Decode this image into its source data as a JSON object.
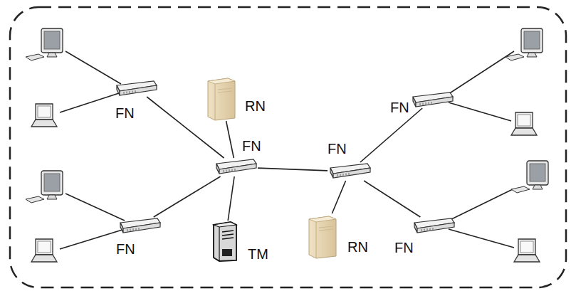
{
  "diagram": {
    "nodes": [
      {
        "text": [
          "FN"
        ]
      },
      {
        "text": [
          "RN"
        ]
      },
      {
        "text": [
          "FN"
        ]
      },
      {
        "text": [
          "FN"
        ]
      },
      {
        "text": [
          "FN"
        ]
      },
      {
        "text": [
          "FN"
        ]
      },
      {
        "text": [
          "RN"
        ]
      },
      {
        "text": [
          "TM"
        ]
      },
      {
        "text": [
          "FN"
        ]
      }
    ],
    "edges": [
      {
        "from": 0,
        "to": 2,
        "arrow": "none"
      },
      {
        "from": 1,
        "to": 2,
        "arrow": "none"
      },
      {
        "from": 5,
        "to": 2,
        "arrow": "none"
      },
      {
        "from": 7,
        "to": 2,
        "arrow": "none"
      },
      {
        "from": 2,
        "to": 4,
        "arrow": "none"
      },
      {
        "from": 4,
        "to": 3,
        "arrow": "none"
      },
      {
        "from": 4,
        "to": 8,
        "arrow": "none"
      },
      {
        "from": 6,
        "to": 4,
        "arrow": "none"
      }
    ]
  }
}
